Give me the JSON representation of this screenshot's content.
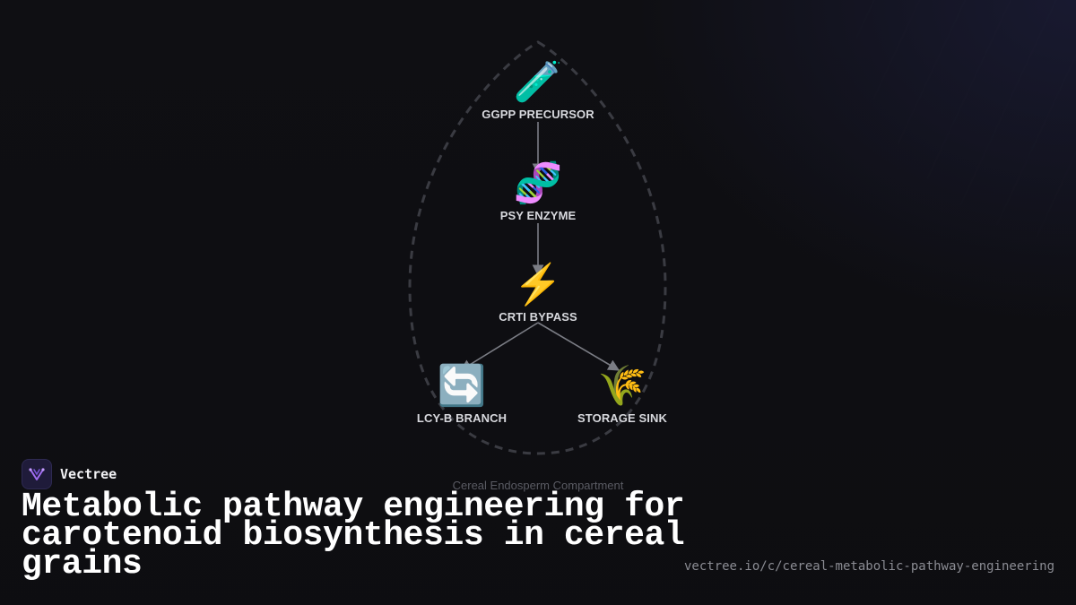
{
  "diagram": {
    "compartment_label": "Cereal Endosperm Compartment",
    "nodes": [
      {
        "id": "ggpp",
        "icon": "test-tube-icon",
        "glyph": "🧪",
        "label": "GGPP PRECURSOR"
      },
      {
        "id": "psy",
        "icon": "dna-icon",
        "glyph": "🧬",
        "label": "PSY ENZYME"
      },
      {
        "id": "crti",
        "icon": "lightning-icon",
        "glyph": "⚡",
        "label": "CRTI BYPASS"
      },
      {
        "id": "lcyb",
        "icon": "cycle-arrows-icon",
        "glyph": "🔄",
        "label": "LCY-B BRANCH"
      },
      {
        "id": "storage",
        "icon": "sheaf-of-rice-icon",
        "glyph": "🌾",
        "label": "STORAGE SINK"
      }
    ],
    "edges": [
      {
        "from": "ggpp",
        "to": "psy"
      },
      {
        "from": "psy",
        "to": "crti"
      },
      {
        "from": "crti",
        "to": "lcyb"
      },
      {
        "from": "crti",
        "to": "storage"
      }
    ]
  },
  "brand": {
    "name": "Vectree",
    "logo_icon": "vectree-logo-icon"
  },
  "title": "Metabolic pathway engineering for carotenoid biosynthesis in cereal grains",
  "url": "vectree.io/c/cereal-metabolic-pathway-engineering",
  "colors": {
    "background": "#0f0f13",
    "edge": "#7b7d85",
    "compartment": "#3a3b42",
    "label": "#d8d9de"
  }
}
